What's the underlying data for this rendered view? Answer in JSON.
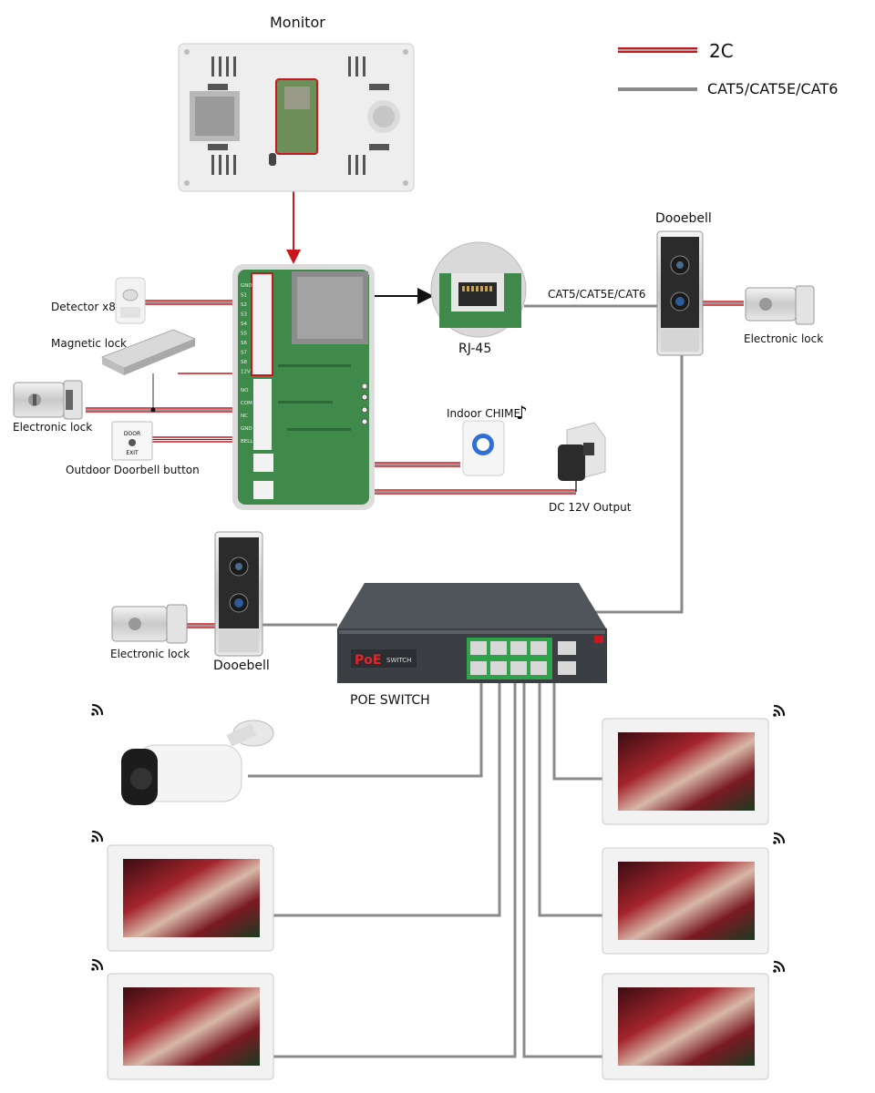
{
  "legend": {
    "wire_2c": "2C",
    "wire_cat": "CAT5/CAT5E/CAT6"
  },
  "labels": {
    "monitor": "Monitor",
    "detector": "Detector x8",
    "magnetic_lock": "Magnetic lock",
    "electronic_lock_left": "Electronic lock",
    "outdoor_button": "Outdoor Doorbell button",
    "rj45": "RJ-45",
    "cable_label": "CAT5/CAT5E/CAT6",
    "doorbell_top": "Dooebell",
    "electronic_lock_right": "Electronic lock",
    "indoor_chime": "Indoor CHIME",
    "dc_output": "DC 12V Output",
    "doorbell_bottom": "Dooebell",
    "electronic_lock_bottom": "Electronic lock",
    "poe_switch": "POE SWITCH"
  },
  "device_text": {
    "poe_brand": "PoE",
    "poe_word": "SWITCH",
    "exit_top": "DOOR",
    "exit_bottom": "EXIT"
  },
  "board_pins": {
    "group1": [
      "GND",
      "S1",
      "S2",
      "S3",
      "S4",
      "S5",
      "S6",
      "S7",
      "S8",
      "12V"
    ],
    "group2": [
      "NO",
      "COM",
      "NC",
      "GND",
      "BELL"
    ]
  },
  "colors": {
    "wire_red": "#c8171e",
    "wire_cat": "#8a8a8a",
    "board": "#3f8a4a",
    "switch_body": "#3b3f44"
  },
  "icons": {
    "wifi": "wifi-icon",
    "note": "music-note-icon"
  }
}
